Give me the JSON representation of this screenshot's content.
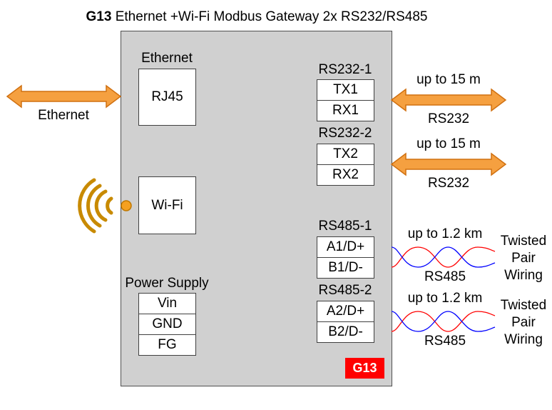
{
  "title": {
    "model": "G13",
    "text": "Ethernet +Wi-Fi Modbus Gateway 2x RS232/RS485"
  },
  "ethernet": {
    "section_label": "Ethernet",
    "port_label": "RJ45",
    "link_label": "Ethernet"
  },
  "wifi": {
    "port_label": "Wi-Fi"
  },
  "power": {
    "section_label": "Power Supply",
    "pins": [
      "Vin",
      "GND",
      "FG"
    ]
  },
  "rs232_1": {
    "label": "RS232-1",
    "pins": [
      "TX1",
      "RX1"
    ],
    "distance": "up to 15 m",
    "link_label": "RS232"
  },
  "rs232_2": {
    "label": "RS232-2",
    "pins": [
      "TX2",
      "RX2"
    ],
    "distance": "up to 15 m",
    "link_label": "RS232"
  },
  "rs485_1": {
    "label": "RS485-1",
    "pins": [
      "A1/D+",
      "B1/D-"
    ],
    "distance": "up to 1.2 km",
    "link_label": "RS485",
    "wiring": [
      "Twisted",
      "Pair",
      "Wiring"
    ]
  },
  "rs485_2": {
    "label": "RS485-2",
    "pins": [
      "A2/D+",
      "B2/D-"
    ],
    "distance": "up to 1.2 km",
    "link_label": "RS485",
    "wiring": [
      "Twisted",
      "Pair",
      "Wiring"
    ]
  },
  "badge": "G13",
  "colors": {
    "device_body": "#d0d0d0",
    "arrow_fill": "#f5a040",
    "arrow_stroke": "#d07010",
    "wifi_waves": "#c88a00",
    "twisted_red": "#ff0000",
    "twisted_blue": "#0000ff",
    "badge": "#ff0000"
  }
}
